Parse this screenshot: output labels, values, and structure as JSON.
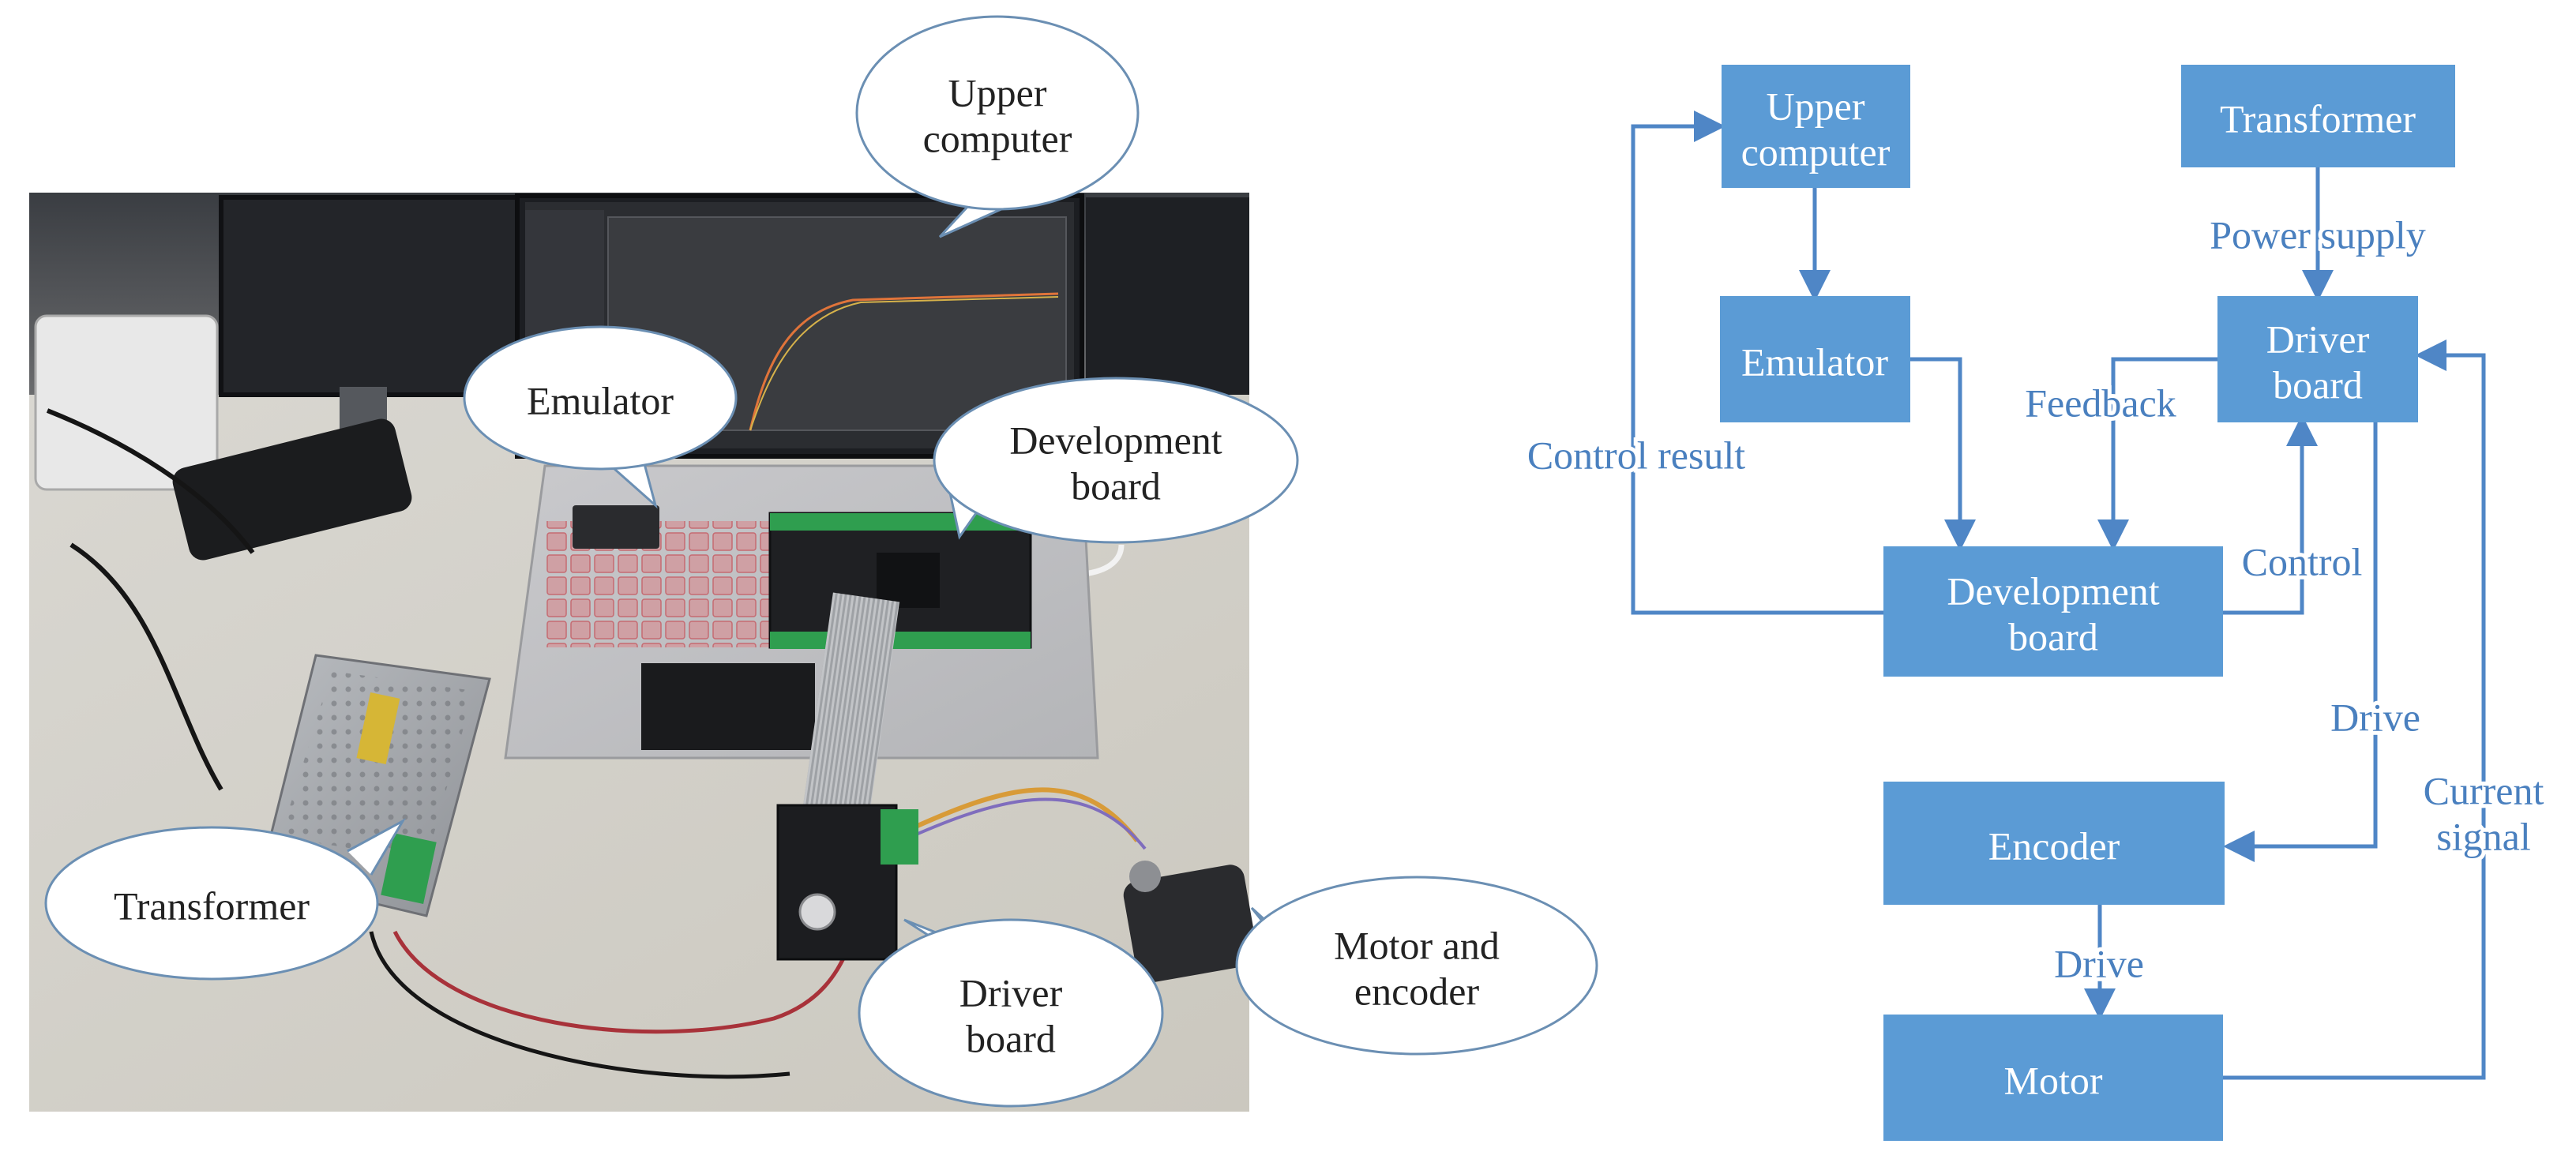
{
  "photo": {
    "callouts": {
      "upper_computer": [
        "Upper",
        "computer"
      ],
      "emulator": [
        "Emulator"
      ],
      "development_board": [
        "Development",
        "board"
      ],
      "transformer": [
        "Transformer"
      ],
      "driver_board": [
        "Driver",
        "board"
      ],
      "motor_encoder": [
        "Motor and",
        "encoder"
      ]
    }
  },
  "diagram": {
    "boxes": {
      "upper_computer": [
        "Upper",
        "computer"
      ],
      "transformer": [
        "Transformer"
      ],
      "emulator": [
        "Emulator"
      ],
      "driver_board": [
        "Driver",
        "board"
      ],
      "development_board": [
        "Development",
        "board"
      ],
      "encoder": [
        "Encoder"
      ],
      "motor": [
        "Motor"
      ]
    },
    "edge_labels": {
      "power_supply": [
        "Power supply"
      ],
      "feedback": [
        "Feedback"
      ],
      "control_result": [
        "Control result"
      ],
      "control": [
        "Control"
      ],
      "drive_driver_to_encoder": [
        "Drive"
      ],
      "current_signal": [
        "Current",
        "signal"
      ],
      "drive_encoder_to_motor": [
        "Drive"
      ]
    }
  },
  "colors": {
    "box_fill": "#5b9bd5",
    "edge": "#4f86c6",
    "edge_label": "#4a80bf",
    "callout_border": "#6b8fb3",
    "callout_text": "#222222"
  }
}
